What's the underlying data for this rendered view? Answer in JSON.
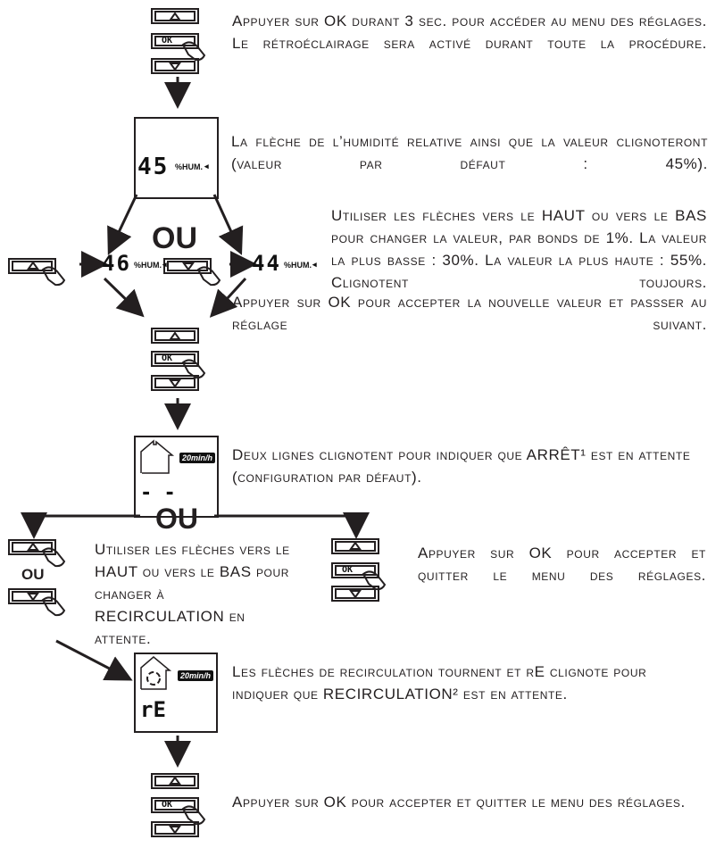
{
  "instructions": {
    "step1": "Appuyer sur OK durant 3 sec. pour accéder au menu des réglages. Le rétroéclairage sera activé durant toute la procédure.",
    "step2": "La flèche de l’humidité relative ainsi que la valeur clignoteront (valeur par défaut : 45%).",
    "step3": "Utiliser les flèches vers le HAUT ou vers le BAS pour changer la valeur, par bonds de 1%. La valeur la plus basse : 30%. La valeur la plus haute : 55%. Clignotent toujours.",
    "step4": "Appuyer sur OK pour accepter la nouvelle valeur et passser au réglage suivant.",
    "step5": "Deux lignes clignotent pour indiquer que ARRÊT¹ est en attente (configuration par défaut).",
    "step6": "Utiliser les flèches vers le HAUT ou vers le BAS pour changer à RECIRCULATION en attente.",
    "step7": "Appuyer sur OK pour accepter et quitter le menu des réglages.",
    "step8": "Les flèches de recirculation tournent et rE clignote pour indiquer que RECIRCULATION² est en attente.",
    "step9": "Appuyer sur OK pour accepter et quitter le menu des réglages."
  },
  "labels": {
    "ou": "OU",
    "ok": "OK",
    "hum_unit": "%HUM.",
    "speed_badge": "20min/h",
    "value_default": "45",
    "value_up": "46",
    "value_down": "44",
    "dashes": "- -",
    "re": "rE"
  }
}
